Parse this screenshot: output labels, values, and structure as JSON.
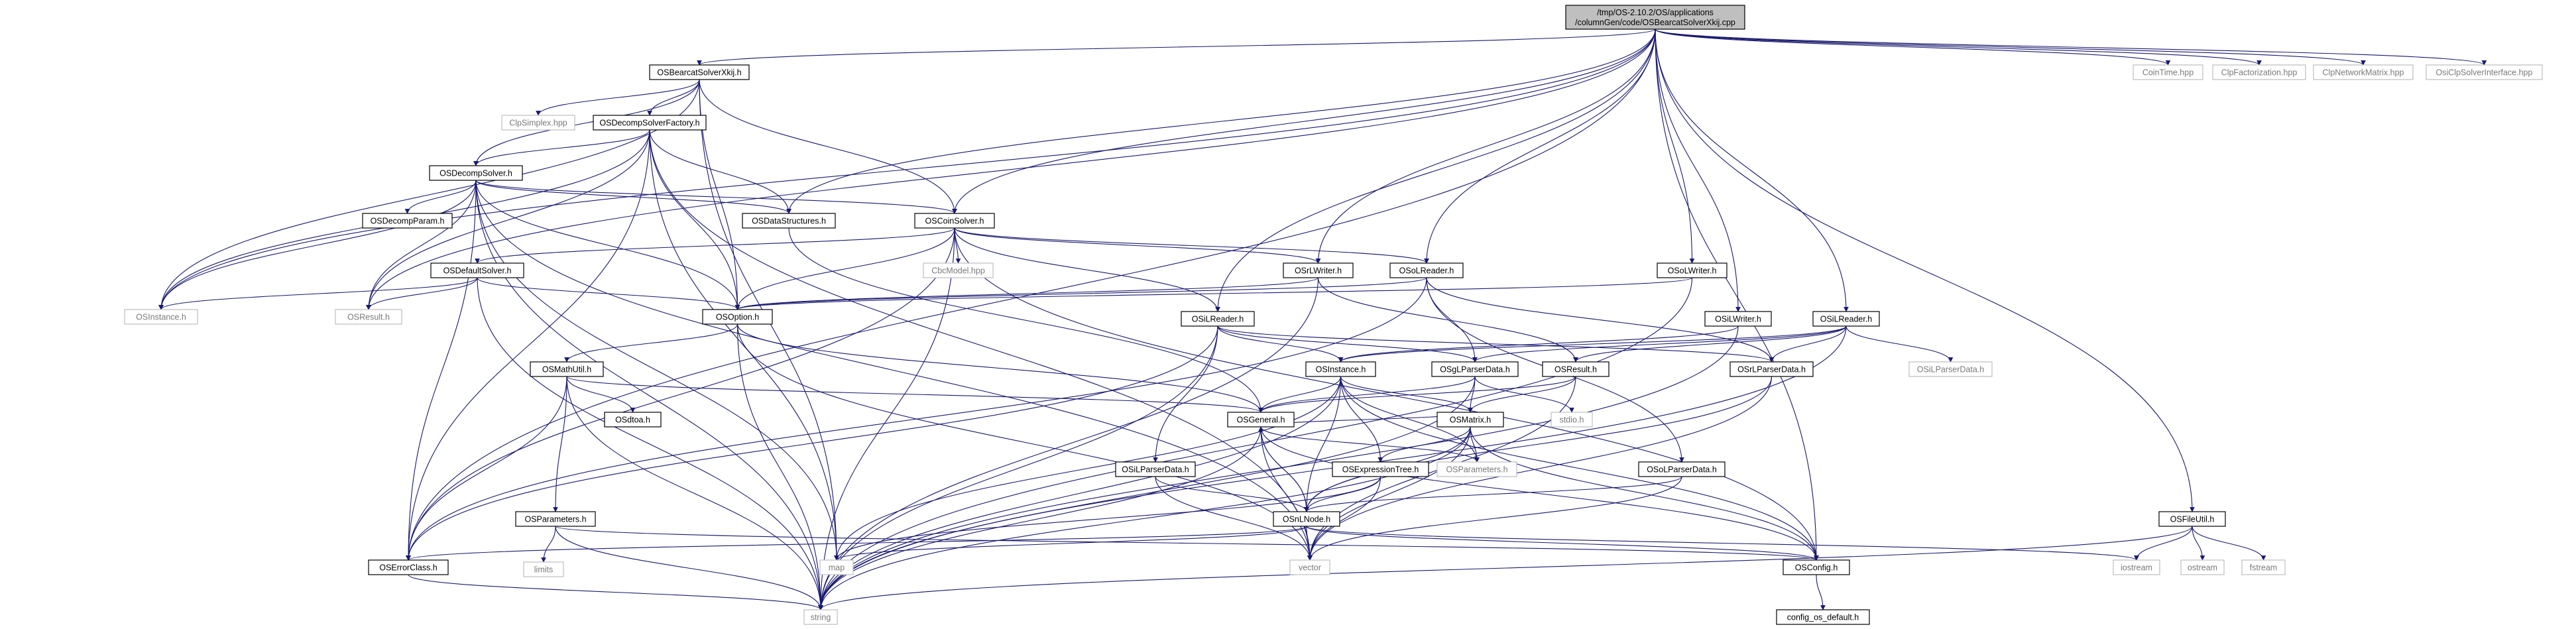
{
  "root": {
    "line1": "/tmp/OS-2.10.2/OS/applications",
    "line2": "/columnGen/code/OSBearcatSolverXkij.cpp"
  },
  "nodes": {
    "OSBearcatSolverXkij_h": "OSBearcatSolverXkij.h",
    "ClpSimplex_hpp": "ClpSimplex.hpp",
    "OSDecompSolverFactory_h": "OSDecompSolverFactory.h",
    "OSDecompSolver_h": "OSDecompSolver.h",
    "OSDecompParam_h": "OSDecompParam.h",
    "OSDataStructures_h": "OSDataStructures.h",
    "OSCoinSolver_h": "OSCoinSolver.h",
    "CbcModel_hpp": "CbcModel.hpp",
    "OSDefaultSolver_h": "OSDefaultSolver.h",
    "OSInstance_h": "OSInstance.h",
    "OSResult_h": "OSResult.h",
    "OSOption_h": "OSOption.h",
    "OSMathUtil_h": "OSMathUtil.h",
    "OSdtoa_h": "OSdtoa.h",
    "OSParameters_h_std": "OSParameters.h",
    "limits": "limits",
    "OSErrorClass_h": "OSErrorClass.h",
    "string": "string",
    "map": "map",
    "vector": "vector",
    "OSrLWriter_h": "OSrLWriter.h",
    "OSoLReader_h": "OSoLReader.h",
    "OSoLWriter_h": "OSoLWriter.h",
    "OSiLWriter_h": "OSiLWriter.h",
    "OSiLReader_h": "OSiLReader.h",
    "OSiLReader_h_2": "OSiLReader.h",
    "OSInstance_h_2": "OSInstance.h",
    "OSgLParserData_h": "OSgLParserData.h",
    "OSResult_h_2": "OSResult.h",
    "OSrLParserData_h": "OSrLParserData.h",
    "OSiLParserData_h_ext": "OSiLParserData.h",
    "stdio_h": "stdio.h",
    "OSGeneral_h": "OSGeneral.h",
    "OSMatrix_h": "OSMatrix.h",
    "OSiLParserData_h": "OSiLParserData.h",
    "OSExpressionTree_h": "OSExpressionTree.h",
    "OSParameters_h": "OSParameters.h",
    "OSoLParserData_h": "OSoLParserData.h",
    "OSnLNode_h": "OSnLNode.h",
    "OSConfig_h": "OSConfig.h",
    "config_os_default_h": "config_os_default.h",
    "iostream": "iostream",
    "OSFileUtil_h": "OSFileUtil.h",
    "ostream": "ostream",
    "fstream": "fstream",
    "CoinTime_hpp": "CoinTime.hpp",
    "ClpFactorization_hpp": "ClpFactorization.hpp",
    "ClpNetworkMatrix_hpp": "ClpNetworkMatrix.hpp",
    "OsiClpSolverInterface_hpp": "OsiClpSolverInterface.hpp"
  },
  "colors": {
    "edge": "#191970",
    "root_fill": "#bfbfbf",
    "local_border": "#000000",
    "external_border": "#bfbfbf",
    "external_text": "#7a7a7a"
  }
}
